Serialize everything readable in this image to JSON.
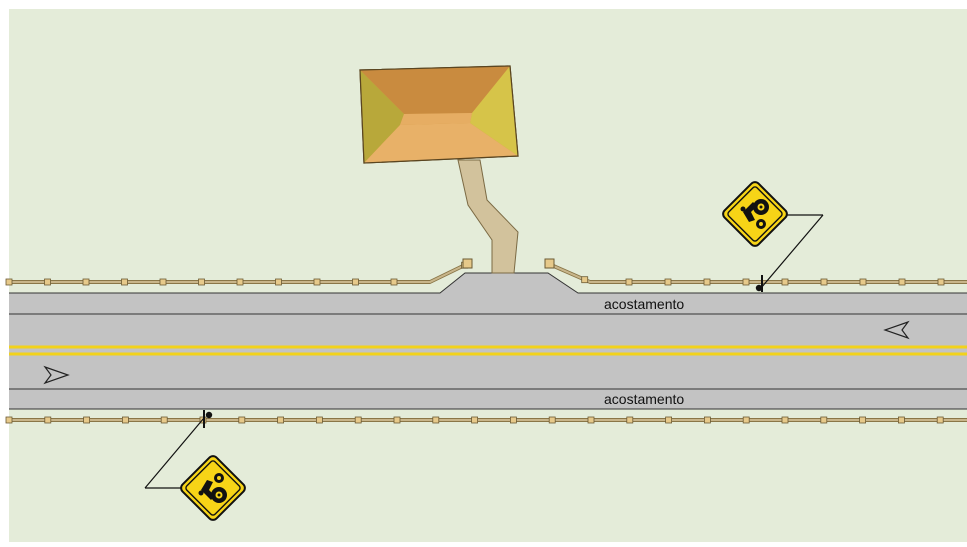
{
  "labels": {
    "shoulder_top": "acostamento",
    "shoulder_bottom": "acostamento"
  },
  "colors": {
    "background": "#e4ecd9",
    "road": "#c3c3c3",
    "center_line": "#f2d21b",
    "lane_line": "#333333",
    "fence": "#c8b58a",
    "fence_post": "#e6c98a",
    "sign_yellow": "#f7d417",
    "driveway": "#d2c29c",
    "roof_top": "#e9b36a",
    "roof_side": "#cf9a3f"
  },
  "icons": {
    "sign_top": "farm-machinery-warning-sign",
    "sign_bottom": "farm-machinery-warning-sign",
    "arrow_east": "direction-arrow-right-icon",
    "arrow_west": "direction-arrow-left-icon",
    "house": "house-roof"
  }
}
